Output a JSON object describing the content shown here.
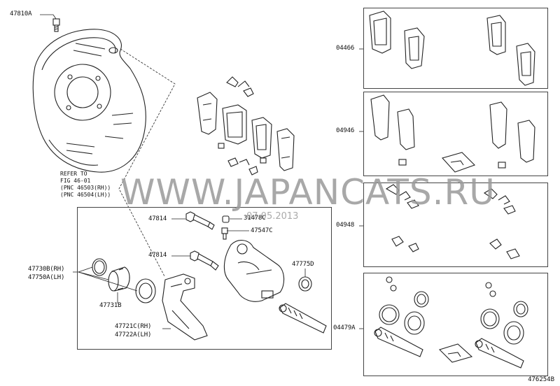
{
  "labels": {
    "p47810A": "47810A",
    "refer1": "REFER TO",
    "refer2": "FIG 46-01",
    "refer3": "(PNC 46503(RH))",
    "refer4": "(PNC 46504(LH))",
    "p47814a": "47814",
    "p47814b": "47814",
    "p31478C": "31478C",
    "p47547C": "47547C",
    "p47775D": "47775D",
    "p47730B": "47730B(RH)",
    "p47750A": "47750A(LH)",
    "p47731B": "47731B",
    "p47721C": "47721C(RH)",
    "p47722A": "47722A(LH)",
    "p04466": "04466",
    "p04946": "04946",
    "p04948": "04948",
    "p04479A": "04479A"
  },
  "watermark": {
    "site": "WWW.JAPANCATS.RU",
    "date": "07.05.2013"
  },
  "ref_number": "476254B",
  "icons": [
    "dust-shield-icon",
    "bolt-icon",
    "brake-pad-icon",
    "anti-squeal-shim-icon",
    "pad-clip-icon",
    "caliper-icon",
    "piston-icon",
    "seal-ring-icon",
    "boot-icon",
    "slide-pin-icon",
    "caliper-bracket-icon",
    "bleeder-plug-icon",
    "grease-packet-icon"
  ]
}
